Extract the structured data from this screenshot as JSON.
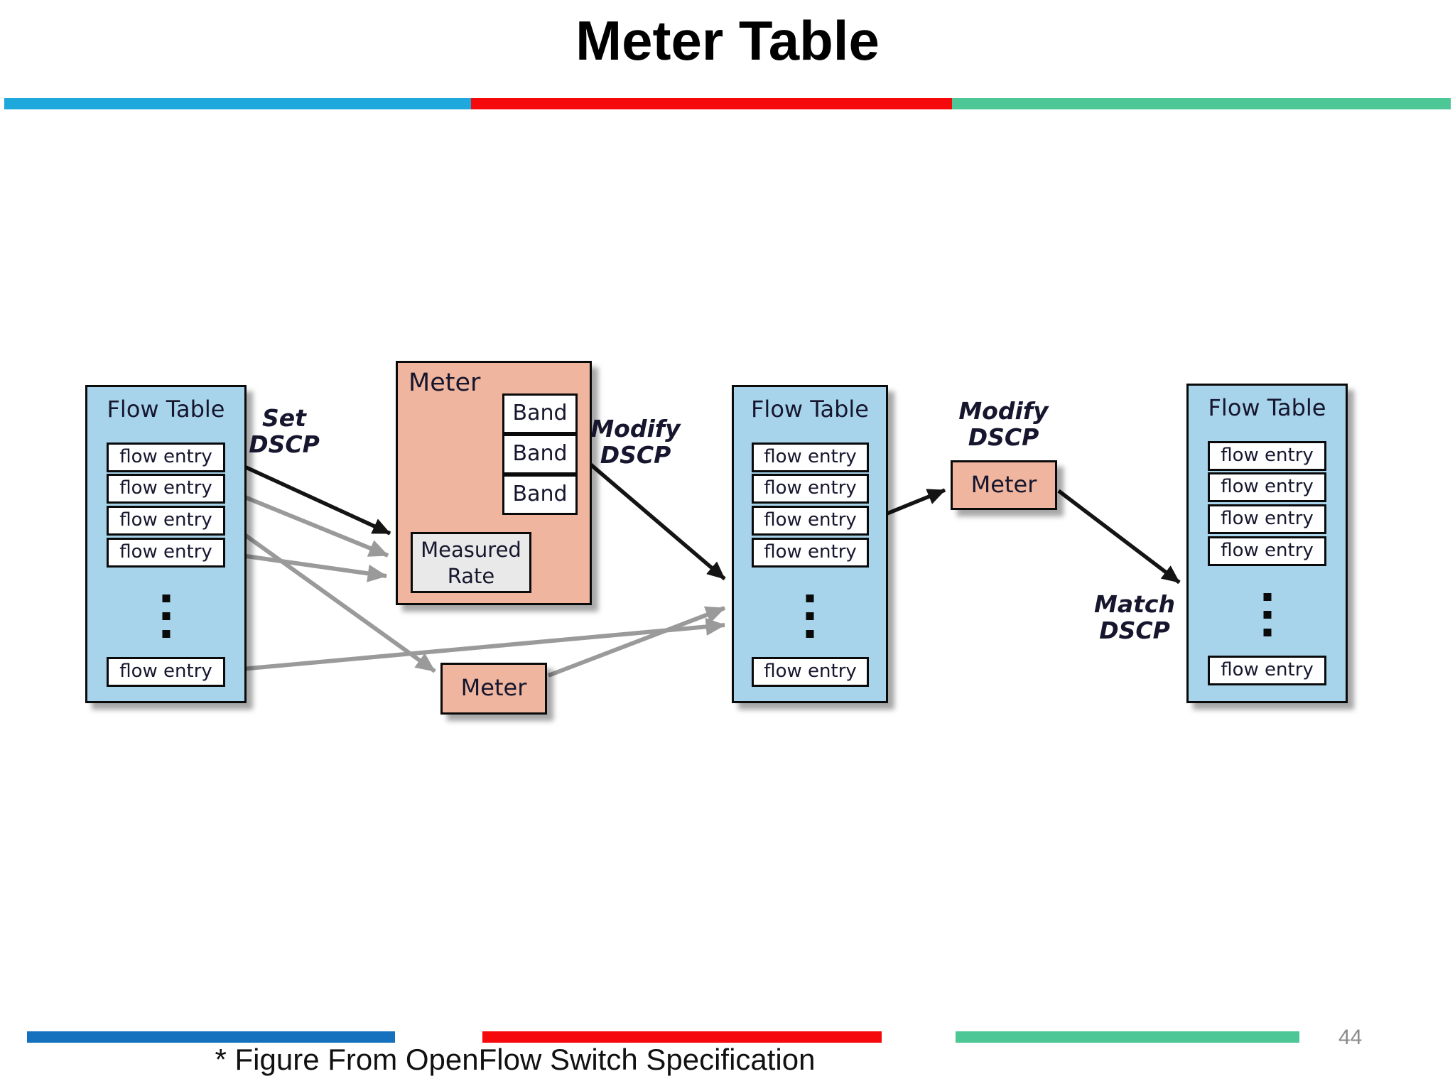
{
  "slide": {
    "title": "Meter Table",
    "footnote": "* Figure From OpenFlow Switch Specification",
    "page_number": "44"
  },
  "colors": {
    "bar_top_blue": "#1fa8dc",
    "bar_top_red": "#f6090c",
    "bar_top_green": "#4dc795",
    "bar_bottom_blue": "#1571bd",
    "bar_bottom_red": "#f6090c",
    "bar_bottom_green": "#4dc795",
    "table_fill": "#a7d4eb",
    "meter_fill": "#efb59e",
    "measured_fill": "#e9e9e9",
    "entry_fill": "#ffffff",
    "box_border": "#0a0a0a",
    "arrow_black": "#141414",
    "arrow_gray": "#9a9a9a",
    "diagram_text": "#16162e",
    "page_number_color": "#8b8b8b"
  },
  "diagram": {
    "tables": {
      "left": {
        "title": "Flow Table",
        "entries": [
          "flow entry",
          "flow entry",
          "flow entry",
          "flow entry",
          "flow entry"
        ]
      },
      "middle": {
        "title": "Flow Table",
        "entries": [
          "flow entry",
          "flow entry",
          "flow entry",
          "flow entry",
          "flow entry"
        ]
      },
      "right": {
        "title": "Flow Table",
        "entries": [
          "flow entry",
          "flow entry",
          "flow entry",
          "flow entry",
          "flow entry"
        ]
      }
    },
    "meter_big": {
      "title": "Meter",
      "bands": [
        "Band",
        "Band",
        "Band"
      ],
      "measured_rate": [
        "Measured",
        "Rate"
      ]
    },
    "meter_small_left": {
      "label": "Meter"
    },
    "meter_small_right": {
      "label": "Meter"
    },
    "labels": {
      "set_dscp": [
        "Set",
        "DSCP"
      ],
      "modify_dscp_left": [
        "Modify",
        "DSCP"
      ],
      "modify_dscp_right": [
        "Modify",
        "DSCP"
      ],
      "match_dscp": [
        "Match",
        "DSCP"
      ]
    }
  }
}
